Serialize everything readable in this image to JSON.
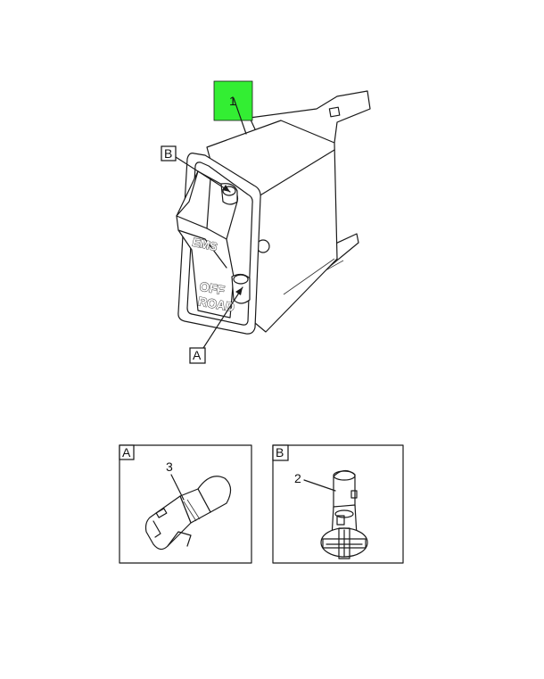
{
  "colors": {
    "highlight": "#33ee33",
    "line": "#1a1a1a",
    "background": "#ffffff"
  },
  "main_view": {
    "item_callout": "1",
    "callout_b": "B",
    "callout_a": "A",
    "rocker_text_top": "EMS",
    "rocker_text_bottom_line1": "OFF",
    "rocker_text_bottom_line2": "ROAD"
  },
  "detail_a": {
    "label": "A",
    "item_callout": "3"
  },
  "detail_b": {
    "label": "B",
    "item_callout": "2"
  }
}
